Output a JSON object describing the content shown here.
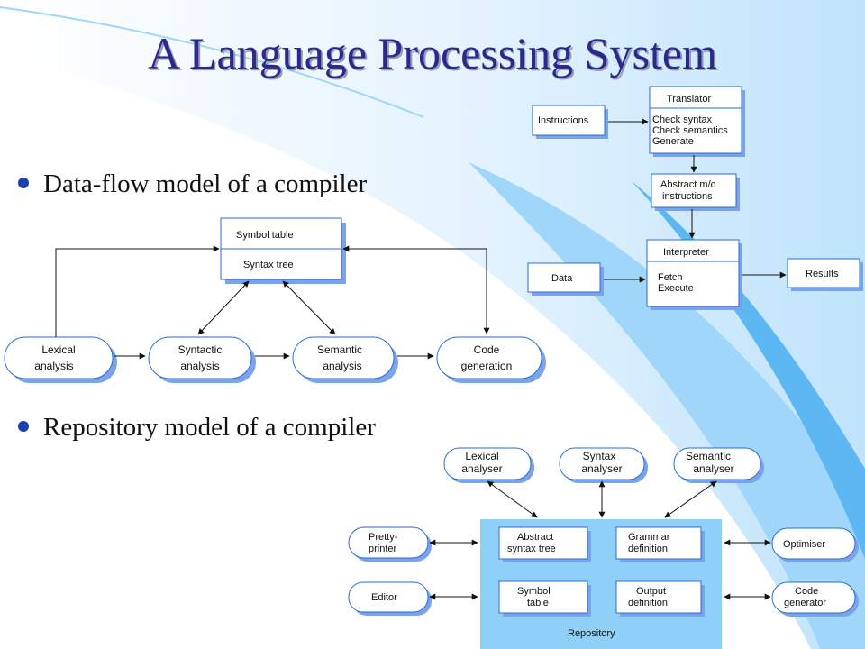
{
  "title": "A Language Processing System",
  "bullets": [
    "Data-flow model of a compiler",
    "Repository model of a compiler"
  ],
  "interpreter_diagram": {
    "instructions": "Instructions",
    "translator": "Translator",
    "translator_ops": [
      "Check syntax",
      "Check semantics",
      "Generate"
    ],
    "abstract": [
      "Abstract m/c",
      "instructions"
    ],
    "data": "Data",
    "interpreter": "Interpreter",
    "interpreter_ops": [
      "Fetch",
      "Execute"
    ],
    "results": "Results"
  },
  "dataflow_diagram": {
    "symbol_table": "Symbol table",
    "syntax_tree": "Syntax tree",
    "stages": [
      [
        "Lexical",
        "analysis"
      ],
      [
        "Syntactic",
        "analysis"
      ],
      [
        "Semantic",
        "analysis"
      ],
      [
        "Code",
        "generation"
      ]
    ]
  },
  "repository_diagram": {
    "top": [
      [
        "Lexical",
        "analyser"
      ],
      [
        "Syntax",
        "analyser"
      ],
      [
        "Semantic",
        "analyser"
      ]
    ],
    "left": [
      [
        "Pretty-",
        "printer"
      ],
      [
        "Editor"
      ]
    ],
    "right": [
      [
        "Optimiser"
      ],
      [
        "Code",
        "generator"
      ]
    ],
    "inner": [
      [
        "Abstract",
        "syntax tree"
      ],
      [
        "Grammar",
        "definition"
      ],
      [
        "Symbol",
        "table"
      ],
      [
        "Output",
        "definition"
      ]
    ],
    "repository_label": "Repository"
  },
  "colors": {
    "title": "#2a2a8c",
    "bullet": "#1a3fb0",
    "box_border": "#2a6bd8",
    "box_shadow": "#7aa3e8",
    "repository_fill": "#8fd0f8",
    "swoosh_light": "#cfeafd",
    "swoosh_mid": "#8ccff7",
    "swoosh_dark": "#4aaef0"
  }
}
